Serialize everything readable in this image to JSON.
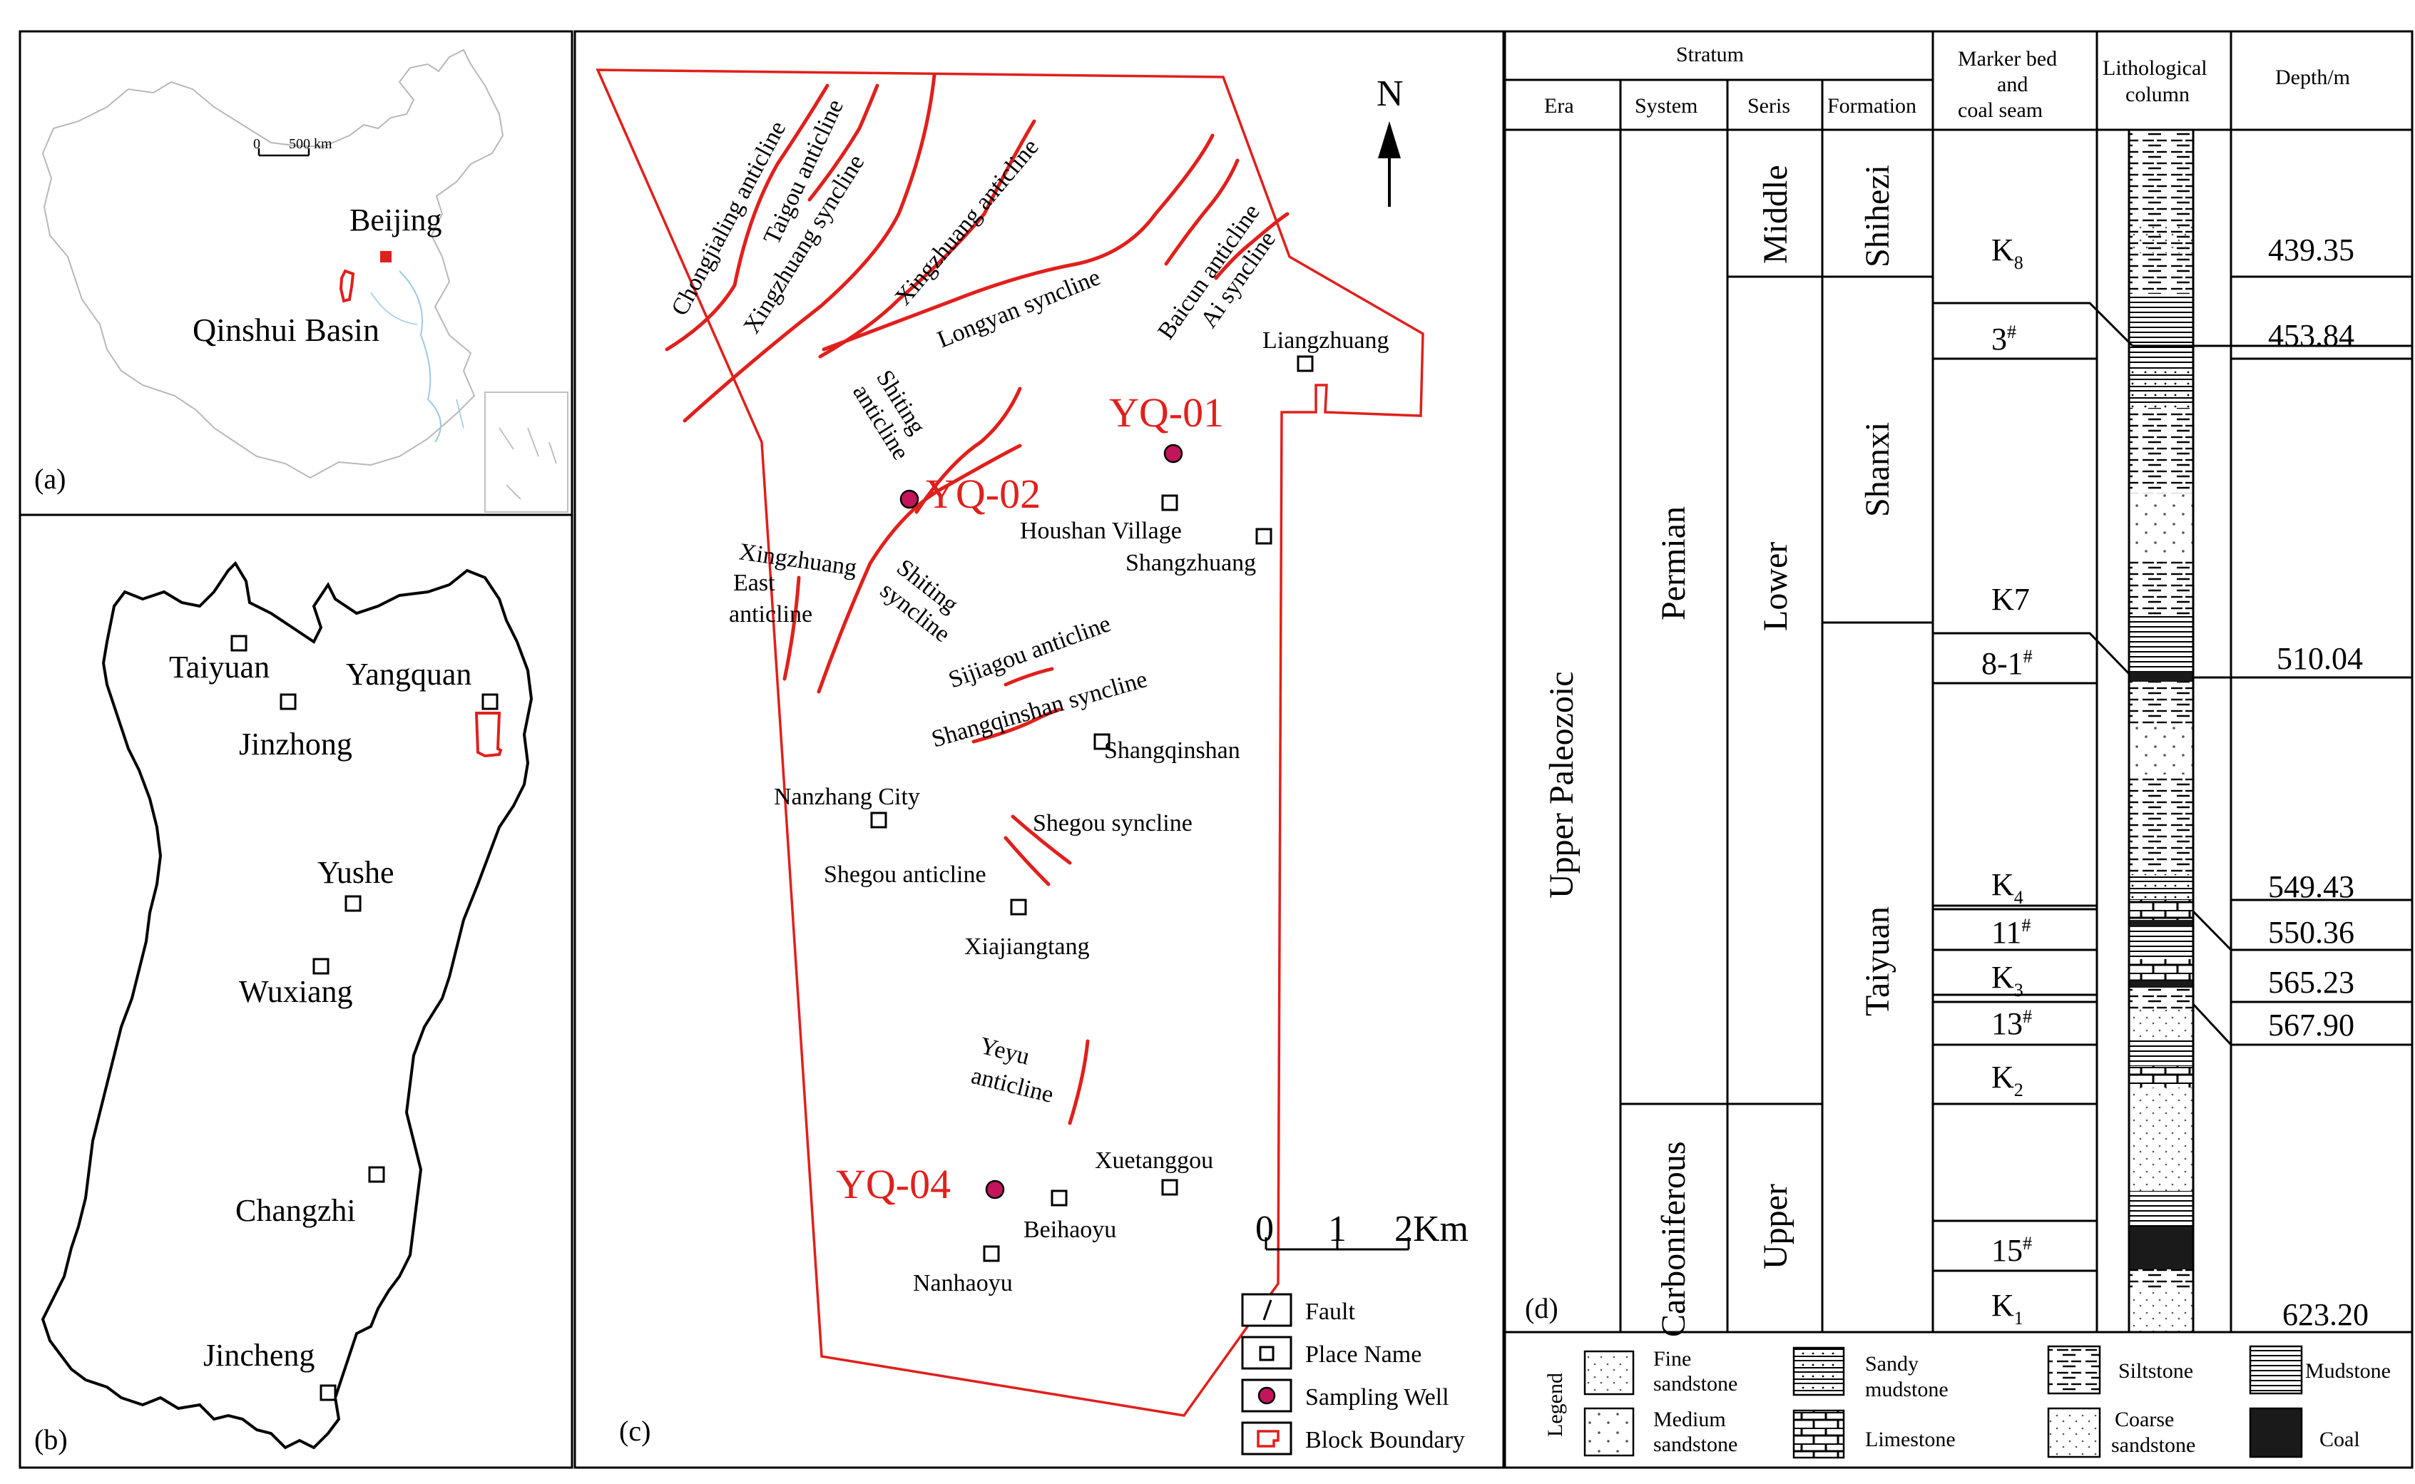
{
  "panel_labels": {
    "a": "(a)",
    "b": "(b)",
    "c": "(c)",
    "d": "(d)"
  },
  "panel_a": {
    "scale_zero": "0",
    "scale_label": "500 km",
    "capital": "Beijing",
    "basin": "Qinshui Basin"
  },
  "panel_b": {
    "cities": [
      "Taiyuan",
      "Yangquan",
      "Jinzhong",
      "Yushe",
      "Wuxiang",
      "Changzhi",
      "Jincheng"
    ]
  },
  "panel_c": {
    "north_label": "N",
    "structures": {
      "chongjialing": "Chongjialing anticline",
      "taigou": "Taigou anticline",
      "xingzhuang_syn": "Xingzhuang syncline",
      "xingzhuang_anti": "Xingzhuang anticline",
      "longyan": "Longyan syncline",
      "baicun": "Baicun anticline",
      "ai": "Ai syncline",
      "shiting_anti_1": "Shiting",
      "shiting_anti_2": "anticline",
      "xzeast_1": "Xingzhuang",
      "xzeast_2": "East",
      "xzeast_3": "anticline",
      "shiting_syn_1": "Shiting",
      "shiting_syn_2": "syncline",
      "sijiagou": "Sijiagou anticline",
      "shangqinshan_syn": "Shangqinshan syncline",
      "shegou_syn": "Shegou syncline",
      "shegou_anti": "Shegou anticline",
      "yeyu_1": "Yeyu",
      "yeyu_2": "anticline"
    },
    "places": {
      "liangzhuang": "Liangzhuang",
      "houshan": "Houshan Village",
      "shangzhuang": "Shangzhuang",
      "shangqinshan": "Shangqinshan",
      "nanzhang": "Nanzhang City",
      "xiajiangtang": "Xiajiangtang",
      "xuetanggou": "Xuetanggou",
      "beihaoyu": "Beihaoyu",
      "nanhaoyu": "Nanhaoyu"
    },
    "wells": {
      "yq01": "YQ-01",
      "yq02": "YQ-02",
      "yq04": "YQ-04"
    },
    "scale": {
      "t0": "0",
      "t1": "1",
      "t2": "2Km"
    },
    "legend": {
      "fault": "Fault",
      "place": "Place Name",
      "well": "Sampling Well",
      "boundary": "Block Boundary"
    }
  },
  "panel_d": {
    "headers": {
      "stratum": "Stratum",
      "era": "Era",
      "system": "System",
      "series": "Seris",
      "formation": "Formation",
      "marker_1": "Marker bed",
      "marker_2": "and",
      "marker_3": "coal   seam",
      "litho_1": "Lithological",
      "litho_2": "column",
      "depth": "Depth/m"
    },
    "era": "Upper  Paleozoic",
    "systems": {
      "permian": "Permian",
      "carboniferous": "Carboniferous"
    },
    "series": {
      "middle": "Middle",
      "lower": "Lower",
      "upper": "Upper"
    },
    "formations": {
      "shihezi": "Shihezi",
      "shanxi": "Shanxi",
      "taiyuan": "Taiyuan"
    },
    "markers": {
      "k8": "K",
      "k8_sub": "8",
      "s3": "3",
      "s3_sup": "#",
      "k7": "K7",
      "s81": "8-1",
      "s81_sup": "#",
      "k4": "K",
      "k4_sub": "4",
      "s11": "11",
      "s11_sup": "#",
      "k3": "K",
      "k3_sub": "3",
      "s13": "13",
      "s13_sup": "#",
      "k2": "K",
      "k2_sub": "2",
      "s15": "15",
      "s15_sup": "#",
      "k1": "K",
      "k1_sub": "1"
    },
    "depths": {
      "k8": "439.35",
      "s3": "453.84",
      "s81": "510.04",
      "k4": "549.43",
      "s11": "550.36",
      "k3": "565.23",
      "s13": "567.90",
      "k1": "623.20"
    },
    "legend": {
      "title": "Legend",
      "fine_1": "Fine",
      "fine_2": "sandstone",
      "medium_1": "Medium",
      "medium_2": "sandstone",
      "sandy_1": "Sandy",
      "sandy_2": "mudstone",
      "limestone": "Limestone",
      "siltstone": "Siltstone",
      "coarse_1": "Coarse",
      "coarse_2": "sandstone",
      "mudstone": "Mudstone",
      "coal": "Coal"
    }
  },
  "colors": {
    "red": "#e0201c",
    "well": "#c4145a",
    "black": "#000000"
  }
}
